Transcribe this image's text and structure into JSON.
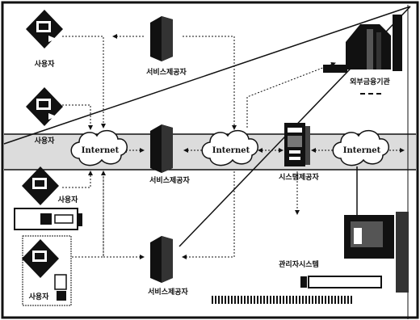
{
  "labels": {
    "user": "사용자",
    "service_provider": "서비스제공자",
    "internet": "Internet",
    "system_provider": "시스템제공자",
    "external_finance": "외부금융기관",
    "admin_system": "관리자시스템"
  },
  "colors": {
    "ink": "#111111",
    "band": "#dcdcdc",
    "paper": "#ffffff"
  }
}
